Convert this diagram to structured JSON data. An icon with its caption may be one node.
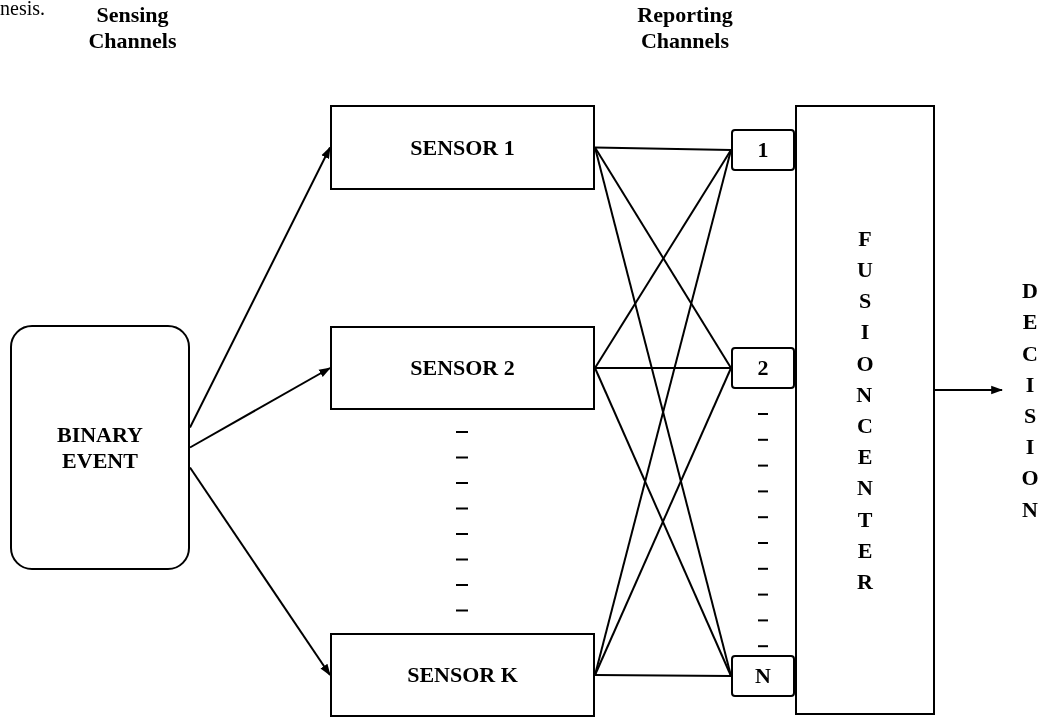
{
  "diagram": {
    "nodes": [
      {
        "text": [
          "BINARY EVENT"
        ]
      },
      {
        "text": [
          "SENSOR 1"
        ]
      },
      {
        "text": [
          "SENSOR 2"
        ]
      },
      {
        "text": [
          "SENSOR K"
        ]
      },
      {
        "text": [
          "1"
        ]
      },
      {
        "text": [
          "2"
        ]
      },
      {
        "text": [
          "N"
        ]
      },
      {
        "text": [
          "FUSION CENTER"
        ]
      },
      {
        "text": [
          "DECISION"
        ]
      }
    ],
    "edges": [
      {
        "from": 0,
        "to": 1,
        "arrow": "to"
      },
      {
        "from": 0,
        "to": 2,
        "arrow": "to"
      },
      {
        "from": 0,
        "to": 3,
        "arrow": "to"
      },
      {
        "from": 1,
        "to": 4,
        "arrow": "none"
      },
      {
        "from": 1,
        "to": 5,
        "arrow": "none"
      },
      {
        "from": 1,
        "to": 6,
        "arrow": "none"
      },
      {
        "from": 2,
        "to": 4,
        "arrow": "none"
      },
      {
        "from": 2,
        "to": 5,
        "arrow": "none"
      },
      {
        "from": 2,
        "to": 6,
        "arrow": "none"
      },
      {
        "from": 3,
        "to": 4,
        "arrow": "none"
      },
      {
        "from": 3,
        "to": 5,
        "arrow": "none"
      },
      {
        "from": 3,
        "to": 6,
        "arrow": "none"
      },
      {
        "from": 7,
        "to": 8,
        "arrow": "to"
      }
    ],
    "labels": [
      "nesis.",
      "Sensing Channels",
      "Reporting Channels"
    ]
  }
}
